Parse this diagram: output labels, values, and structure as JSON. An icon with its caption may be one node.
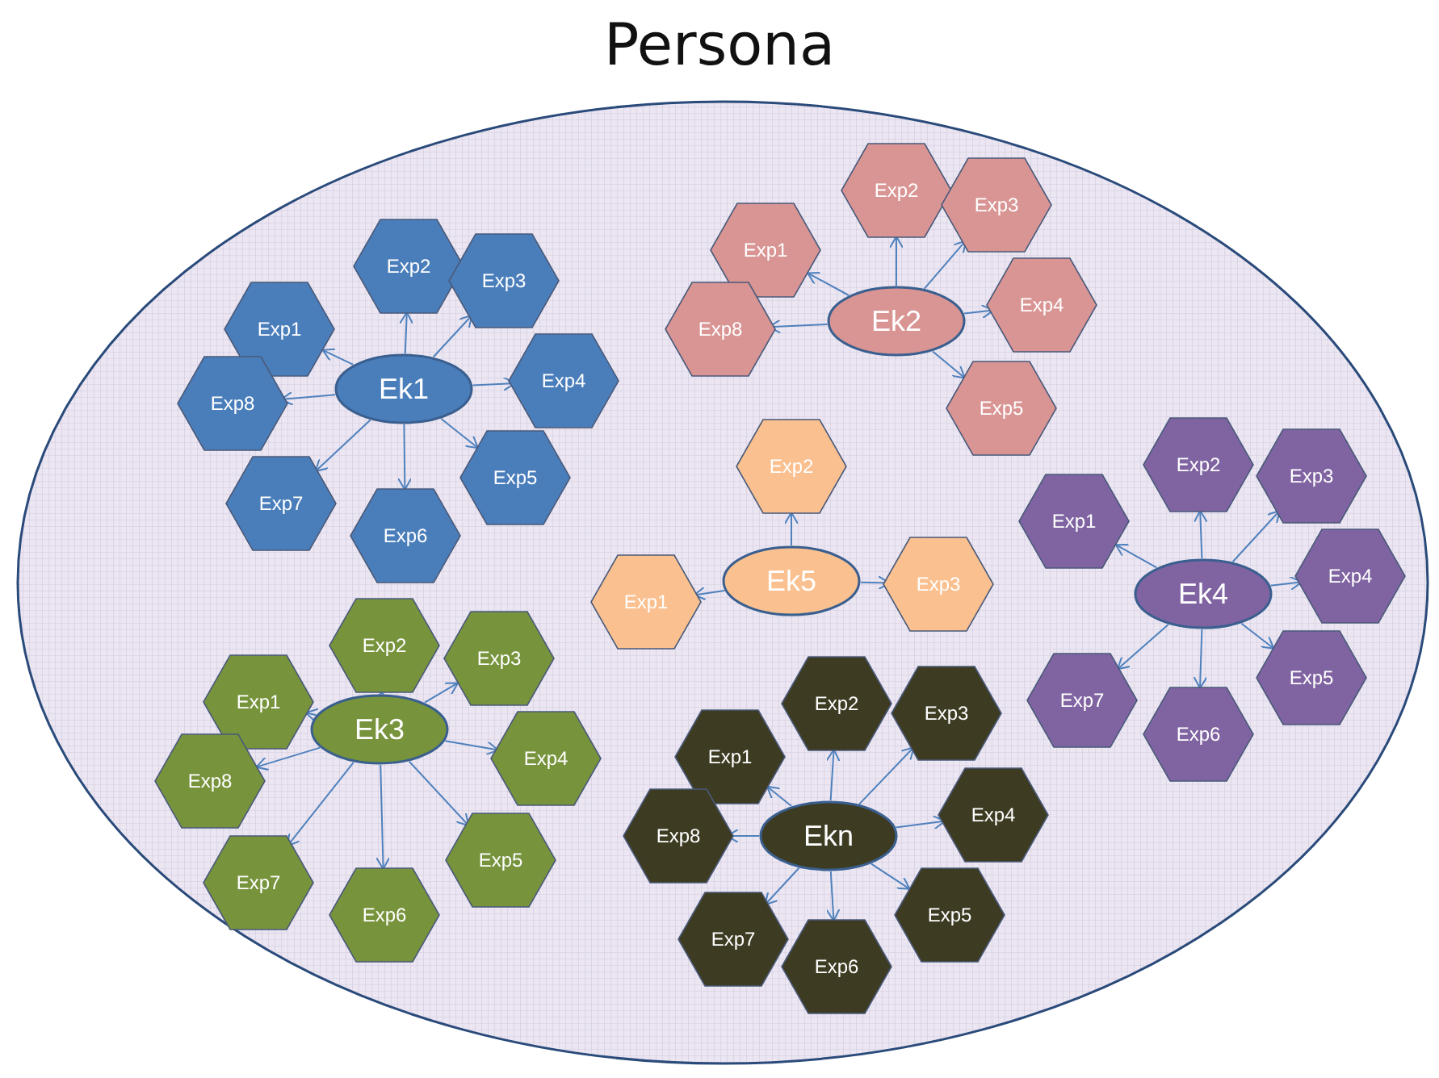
{
  "diagram": {
    "title": "Persona",
    "nodes": [
      {
        "text": [],
        "shape": "ellipse"
      },
      {
        "text": [
          "Ek1"
        ],
        "in": 0
      },
      {
        "text": [
          "Exp1"
        ],
        "in": 0
      },
      {
        "text": [
          "Exp2"
        ],
        "in": 0
      },
      {
        "text": [
          "Exp3"
        ],
        "in": 0
      },
      {
        "text": [
          "Exp4"
        ],
        "in": 0
      },
      {
        "text": [
          "Exp5"
        ],
        "in": 0
      },
      {
        "text": [
          "Exp6"
        ],
        "in": 0
      },
      {
        "text": [
          "Exp7"
        ],
        "in": 0
      },
      {
        "text": [
          "Exp8"
        ],
        "in": 0
      },
      {
        "text": [
          "Ek2"
        ],
        "in": 0
      },
      {
        "text": [
          "Exp1"
        ],
        "in": 0
      },
      {
        "text": [
          "Exp2"
        ],
        "in": 0
      },
      {
        "text": [
          "Exp3"
        ],
        "in": 0
      },
      {
        "text": [
          "Exp4"
        ],
        "in": 0
      },
      {
        "text": [
          "Exp5"
        ],
        "in": 0
      },
      {
        "text": [
          "Exp8"
        ],
        "in": 0
      },
      {
        "text": [
          "Ek5"
        ],
        "in": 0
      },
      {
        "text": [
          "Exp1"
        ],
        "in": 0
      },
      {
        "text": [
          "Exp2"
        ],
        "in": 0
      },
      {
        "text": [
          "Exp3"
        ],
        "in": 0
      },
      {
        "text": [
          "Ek4"
        ],
        "in": 0
      },
      {
        "text": [
          "Exp1"
        ],
        "in": 0
      },
      {
        "text": [
          "Exp2"
        ],
        "in": 0
      },
      {
        "text": [
          "Exp3"
        ],
        "in": 0
      },
      {
        "text": [
          "Exp4"
        ],
        "in": 0
      },
      {
        "text": [
          "Exp5"
        ],
        "in": 0
      },
      {
        "text": [
          "Exp6"
        ],
        "in": 0
      },
      {
        "text": [
          "Exp7"
        ],
        "in": 0
      },
      {
        "text": [
          "Ek3"
        ],
        "in": 0
      },
      {
        "text": [
          "Exp1"
        ],
        "in": 0
      },
      {
        "text": [
          "Exp2"
        ],
        "in": 0
      },
      {
        "text": [
          "Exp3"
        ],
        "in": 0
      },
      {
        "text": [
          "Exp4"
        ],
        "in": 0
      },
      {
        "text": [
          "Exp5"
        ],
        "in": 0
      },
      {
        "text": [
          "Exp6"
        ],
        "in": 0
      },
      {
        "text": [
          "Exp7"
        ],
        "in": 0
      },
      {
        "text": [
          "Exp8"
        ],
        "in": 0
      },
      {
        "text": [
          "Ekn"
        ],
        "in": 0
      },
      {
        "text": [
          "Exp1"
        ],
        "in": 0
      },
      {
        "text": [
          "Exp2"
        ],
        "in": 0
      },
      {
        "text": [
          "Exp3"
        ],
        "in": 0
      },
      {
        "text": [
          "Exp4"
        ],
        "in": 0
      },
      {
        "text": [
          "Exp5"
        ],
        "in": 0
      },
      {
        "text": [
          "Exp6"
        ],
        "in": 0
      },
      {
        "text": [
          "Exp7"
        ],
        "in": 0
      },
      {
        "text": [
          "Exp8"
        ],
        "in": 0
      }
    ],
    "edges": [
      {
        "from": 1,
        "to": 2,
        "arrow": "to"
      },
      {
        "from": 1,
        "to": 3,
        "arrow": "to"
      },
      {
        "from": 1,
        "to": 4,
        "arrow": "to"
      },
      {
        "from": 1,
        "to": 5,
        "arrow": "to"
      },
      {
        "from": 1,
        "to": 6,
        "arrow": "to"
      },
      {
        "from": 1,
        "to": 7,
        "arrow": "to"
      },
      {
        "from": 1,
        "to": 8,
        "arrow": "to"
      },
      {
        "from": 1,
        "to": 9,
        "arrow": "to"
      },
      {
        "from": 10,
        "to": 11,
        "arrow": "to"
      },
      {
        "from": 10,
        "to": 12,
        "arrow": "to"
      },
      {
        "from": 10,
        "to": 13,
        "arrow": "to"
      },
      {
        "from": 10,
        "to": 14,
        "arrow": "to"
      },
      {
        "from": 10,
        "to": 15,
        "arrow": "to"
      },
      {
        "from": 10,
        "to": 16,
        "arrow": "to"
      },
      {
        "from": 17,
        "to": 18,
        "arrow": "to"
      },
      {
        "from": 17,
        "to": 19,
        "arrow": "to"
      },
      {
        "from": 17,
        "to": 20,
        "arrow": "to"
      },
      {
        "from": 21,
        "to": 22,
        "arrow": "to"
      },
      {
        "from": 21,
        "to": 23,
        "arrow": "to"
      },
      {
        "from": 21,
        "to": 24,
        "arrow": "to"
      },
      {
        "from": 21,
        "to": 25,
        "arrow": "to"
      },
      {
        "from": 21,
        "to": 26,
        "arrow": "to"
      },
      {
        "from": 21,
        "to": 27,
        "arrow": "to"
      },
      {
        "from": 21,
        "to": 28,
        "arrow": "to"
      },
      {
        "from": 29,
        "to": 30,
        "arrow": "to"
      },
      {
        "from": 29,
        "to": 31,
        "arrow": "to"
      },
      {
        "from": 29,
        "to": 32,
        "arrow": "to"
      },
      {
        "from": 29,
        "to": 33,
        "arrow": "to"
      },
      {
        "from": 29,
        "to": 34,
        "arrow": "to"
      },
      {
        "from": 29,
        "to": 35,
        "arrow": "to"
      },
      {
        "from": 29,
        "to": 36,
        "arrow": "to"
      },
      {
        "from": 29,
        "to": 37,
        "arrow": "to"
      },
      {
        "from": 38,
        "to": 39,
        "arrow": "to"
      },
      {
        "from": 38,
        "to": 40,
        "arrow": "to"
      },
      {
        "from": 38,
        "to": 41,
        "arrow": "to"
      },
      {
        "from": 38,
        "to": 42,
        "arrow": "to"
      },
      {
        "from": 38,
        "to": 43,
        "arrow": "to"
      },
      {
        "from": 38,
        "to": 44,
        "arrow": "to"
      },
      {
        "from": 38,
        "to": 45,
        "arrow": "to"
      },
      {
        "from": 38,
        "to": 46,
        "arrow": "to"
      }
    ]
  }
}
